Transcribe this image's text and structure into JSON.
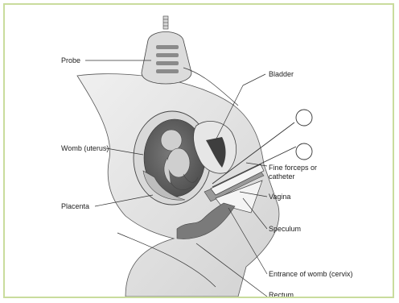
{
  "labels": {
    "probe": "Probe",
    "bladder": "Bladder",
    "womb": "Womb (uterus)",
    "forceps_line1": "Fine forceps or",
    "forceps_line2": "catheter",
    "vagina": "Vagina",
    "placenta": "Placenta",
    "speculum": "Speculum",
    "cervix": "Entrance of womb (cervix)",
    "rectum": "Rectum"
  },
  "colors": {
    "frame": "#c9dc9d",
    "tissue_light": "#e4e4e4",
    "tissue_mid": "#b5b5b5",
    "tissue_dark": "#6f6f6f",
    "line": "#333333"
  }
}
